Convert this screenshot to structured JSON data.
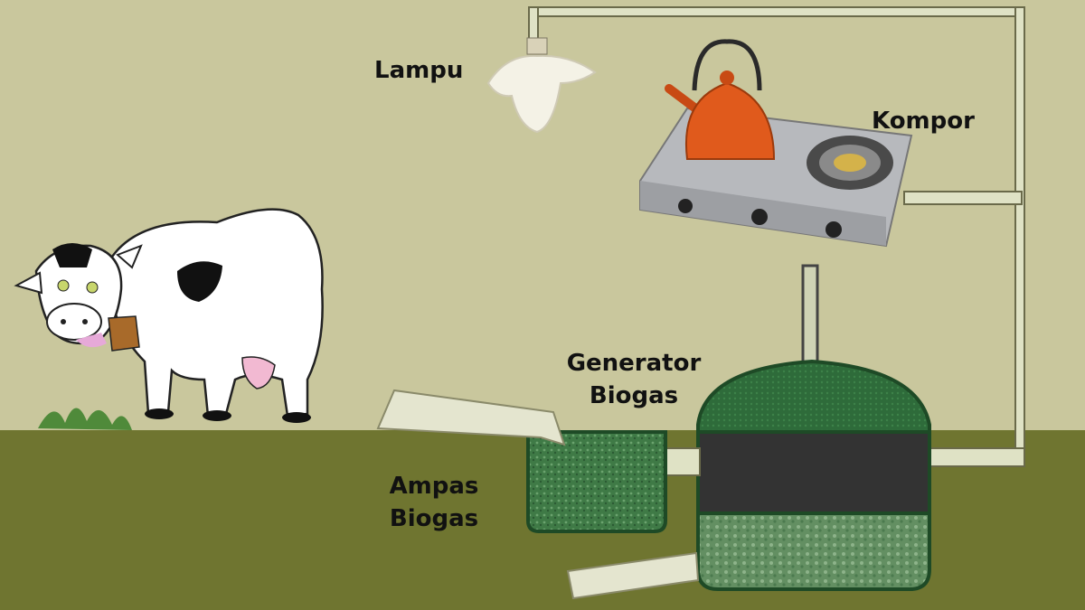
{
  "labels": {
    "lamp": "Lampu",
    "stove": "Kompor",
    "generator": [
      "Generator",
      "Biogas"
    ],
    "slurry": [
      "Ampas",
      "Biogas"
    ]
  },
  "colors": {
    "sky": "#c9c79d",
    "ground": "#6f7530",
    "pipe": "#dfe2c5",
    "digester_top": "#2e6b3a",
    "gas_band": "#333333",
    "slurry": "#5f8f62",
    "kettle": "#e05a1c"
  }
}
